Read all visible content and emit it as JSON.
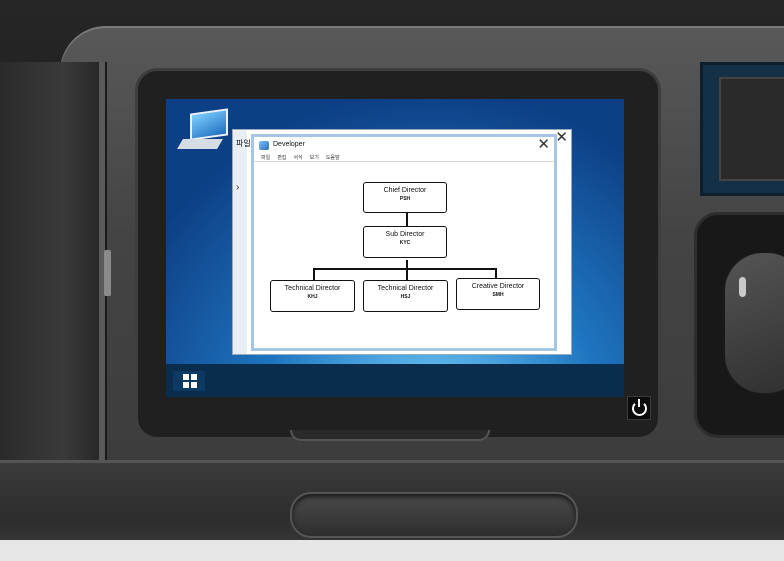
{
  "dev_window": {
    "title": "Developer",
    "close_glyph": "✕",
    "menu": [
      "파일",
      "편집",
      "서식",
      "보기",
      "도움말"
    ]
  },
  "explorer_window": {
    "title_fragment": "파일",
    "close_glyph": "✕",
    "expand_glyph": "›"
  },
  "org_chart": {
    "chief": {
      "role": "Chief Director",
      "initials": "PSH"
    },
    "sub": {
      "role": "Sub Director",
      "initials": "KYC"
    },
    "leaves": [
      {
        "role": "Technical Director",
        "initials": "KHJ"
      },
      {
        "role": "Technical Director",
        "initials": "HSJ"
      },
      {
        "role": "Creative Director",
        "initials": "SMH"
      }
    ]
  },
  "icons": {
    "desktop": "computer-icon",
    "start": "windows-logo-icon",
    "power": "power-icon"
  },
  "colors": {
    "taskbar": "#0a2c4d",
    "window_border": "#a7c6e4",
    "desktop_blue": "#1f75c0"
  }
}
